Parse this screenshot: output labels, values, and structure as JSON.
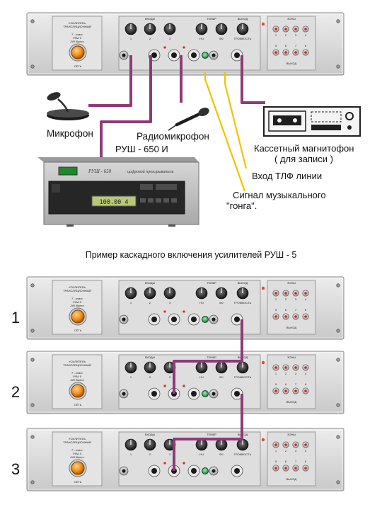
{
  "amplifier": {
    "logo_lines": [
      "УСИЛИТЕЛЬ",
      "ТРАНСЛЯЦИОННЫЙ"
    ],
    "model_lines": [
      "Т - класс",
      "РУШ  5",
      "240  Ватт"
    ],
    "power_label": "СЕТЬ",
    "section_inputs": "ВХОДЫ",
    "section_tone": "ТЕМБР",
    "section_output": "ВЫХОД",
    "section_zones": "ЗОНЫ",
    "output_label": "ВЫХОД",
    "knob_labels": [
      "1",
      "2",
      "3",
      "НЧ",
      "ВЧ",
      "ГРОМКОСТЬ"
    ],
    "zone_numbers_top": [
      "1",
      "2",
      "3",
      "4"
    ],
    "zone_numbers_bottom": [
      "5",
      "6",
      "7",
      "8"
    ]
  },
  "devices": {
    "microphone": "Микрофон",
    "radio_microphone": "Радиомикрофон",
    "player": "РУШ - 650 И",
    "player_panel_brand": "РУШ - 650",
    "player_panel_text": "цифровой проигрыватель",
    "player_display": "100.00 4",
    "cassette_line1": "Кассетный  магнитофон",
    "cassette_line2": "( для  записи  )",
    "tlf_input": "Вход  ТЛФ  линии",
    "gong_line1": "Сигнал  музыкального",
    "gong_line2": "\"гонга\"."
  },
  "cascade": {
    "title": "Пример каскадного включения усилителей РУШ - 5",
    "numbers": [
      "1",
      "2",
      "3"
    ]
  },
  "colors": {
    "panel": "#d8d8d8",
    "cable_purple": "#8e3a7a",
    "cable_yellow": "#f2c200",
    "knob_orange": "#ef8f17",
    "led_green": "#27a35a"
  }
}
